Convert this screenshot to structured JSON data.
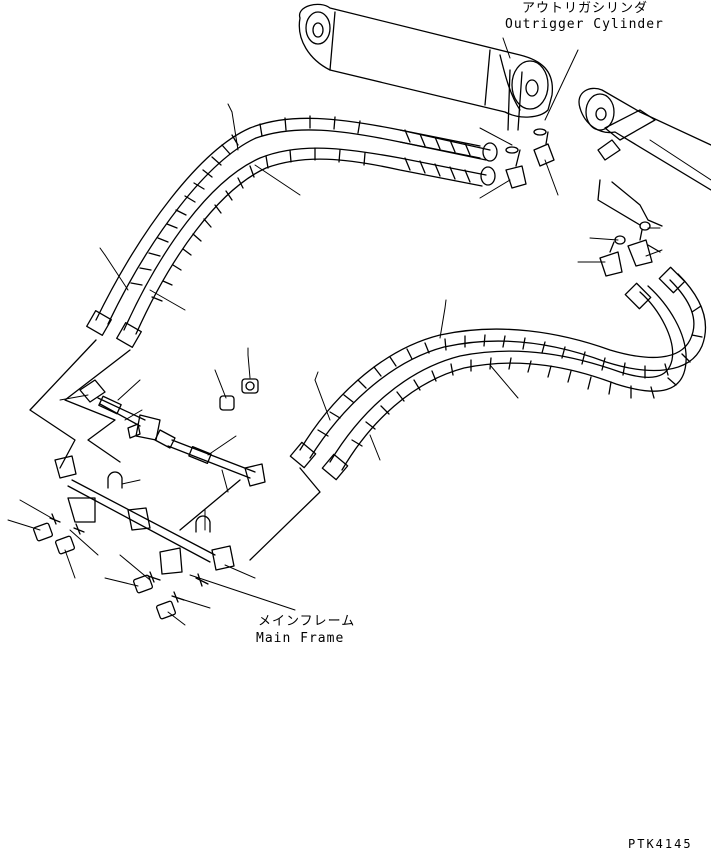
{
  "labels": {
    "cylinder_jp": "アウトリガシリンダ",
    "cylinder_en": "Outrigger Cylinder",
    "frame_jp": "メインフレーム",
    "frame_en": "Main Frame",
    "drawing_code": "PTK4145"
  },
  "colors": {
    "line": "#000000",
    "background": "#ffffff"
  }
}
